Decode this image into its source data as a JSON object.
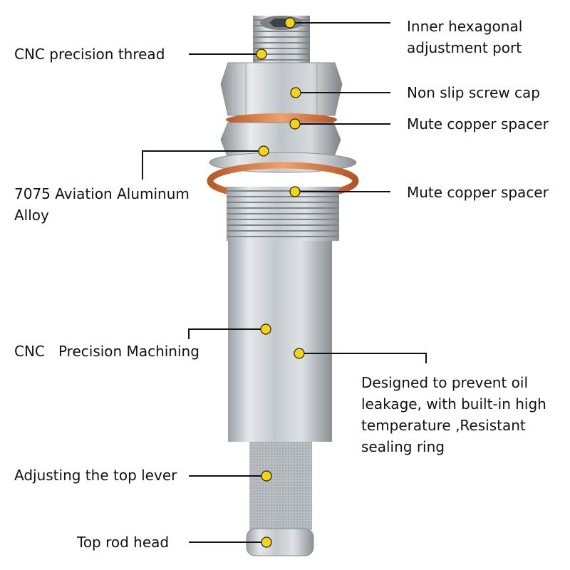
{
  "labels": {
    "inner_port": [
      "Inner hexagonal",
      "adjustment port"
    ],
    "thread": "CNC precision thread",
    "screw_cap": "Non slip screw cap",
    "spacer_1": "Mute copper spacer",
    "aluminum": [
      "7075 Aviation Aluminum",
      "Alloy"
    ],
    "spacer_2": "Mute copper spacer",
    "machining": "CNC   Precision Machining",
    "leakage": [
      "Designed to prevent oil",
      "leakage, with built-in high",
      "temperature ,Resistant",
      "sealing ring"
    ],
    "lever": "Adjusting the top lever",
    "rod_head": "Top rod head"
  },
  "colors": {
    "marker": "#f5d50f",
    "leader_line": "#111111",
    "copper": "#d97a3e",
    "steel": "#c9cdd1"
  }
}
